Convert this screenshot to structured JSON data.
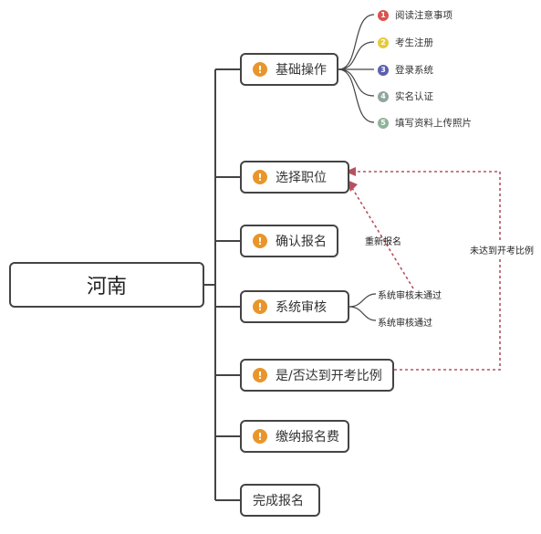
{
  "root": {
    "label": "河南"
  },
  "steps": [
    {
      "label": "基础操作"
    },
    {
      "label": "选择职位"
    },
    {
      "label": "确认报名"
    },
    {
      "label": "系统审核"
    },
    {
      "label": "是/否达到开考比例"
    },
    {
      "label": "缴纳报名费"
    },
    {
      "label": "完成报名"
    }
  ],
  "basic_sub": [
    {
      "num": "1",
      "label": "阅读注意事项",
      "color": "#d9534f"
    },
    {
      "num": "2",
      "label": "考生注册",
      "color": "#e8c93a"
    },
    {
      "num": "3",
      "label": "登录系统",
      "color": "#5a5fb0"
    },
    {
      "num": "4",
      "label": "实名认证",
      "color": "#8fa79a"
    },
    {
      "num": "5",
      "label": "填写资料上传照片",
      "color": "#8fb39a"
    }
  ],
  "review_sub": [
    {
      "label": "系统审核未通过"
    },
    {
      "label": "系统审核通过"
    }
  ],
  "annotations": {
    "re_register": "重新报名",
    "ratio_not_met": "未达到开考比例"
  },
  "colors": {
    "line": "#444444",
    "dashed": "#b5525f",
    "badge": "#e8962b"
  }
}
